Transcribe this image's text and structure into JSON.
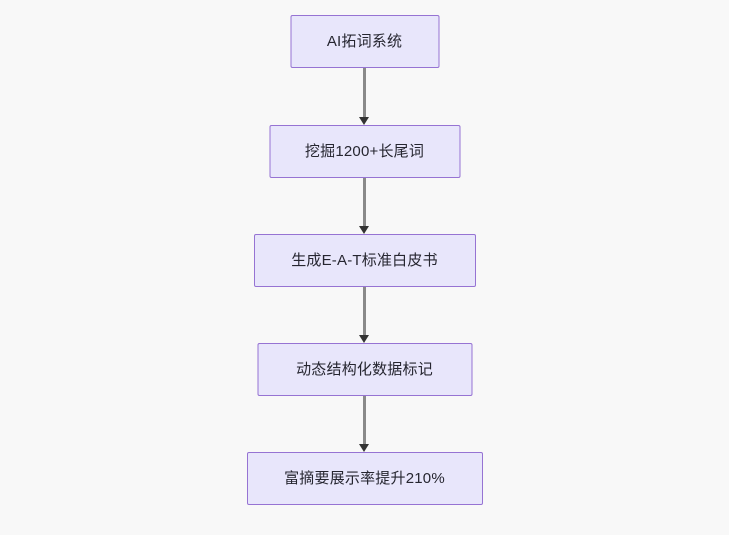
{
  "diagram": {
    "type": "flowchart",
    "orientation": "top-to-bottom",
    "background_color": "#f8f8f8",
    "node_fill_color": "#e8e6fb",
    "node_border_color": "#9673d3",
    "node_text_color": "#262630",
    "edge_line_color": "#8a8a8a",
    "edge_arrow_color": "#333333",
    "nodes": [
      {
        "id": "n1",
        "label": "AI拓词系统"
      },
      {
        "id": "n2",
        "label": "挖掘1200+长尾词"
      },
      {
        "id": "n3",
        "label": "生成E-A-T标准白皮书"
      },
      {
        "id": "n4",
        "label": "动态结构化数据标记"
      },
      {
        "id": "n5",
        "label": "富摘要展示率提升210%"
      }
    ],
    "edges": [
      {
        "id": "e1",
        "from": "n1",
        "to": "n2",
        "arrow": "arrow-down-icon"
      },
      {
        "id": "e2",
        "from": "n2",
        "to": "n3",
        "arrow": "arrow-down-icon"
      },
      {
        "id": "e3",
        "from": "n3",
        "to": "n4",
        "arrow": "arrow-down-icon"
      },
      {
        "id": "e4",
        "from": "n4",
        "to": "n5",
        "arrow": "arrow-down-icon"
      }
    ]
  }
}
